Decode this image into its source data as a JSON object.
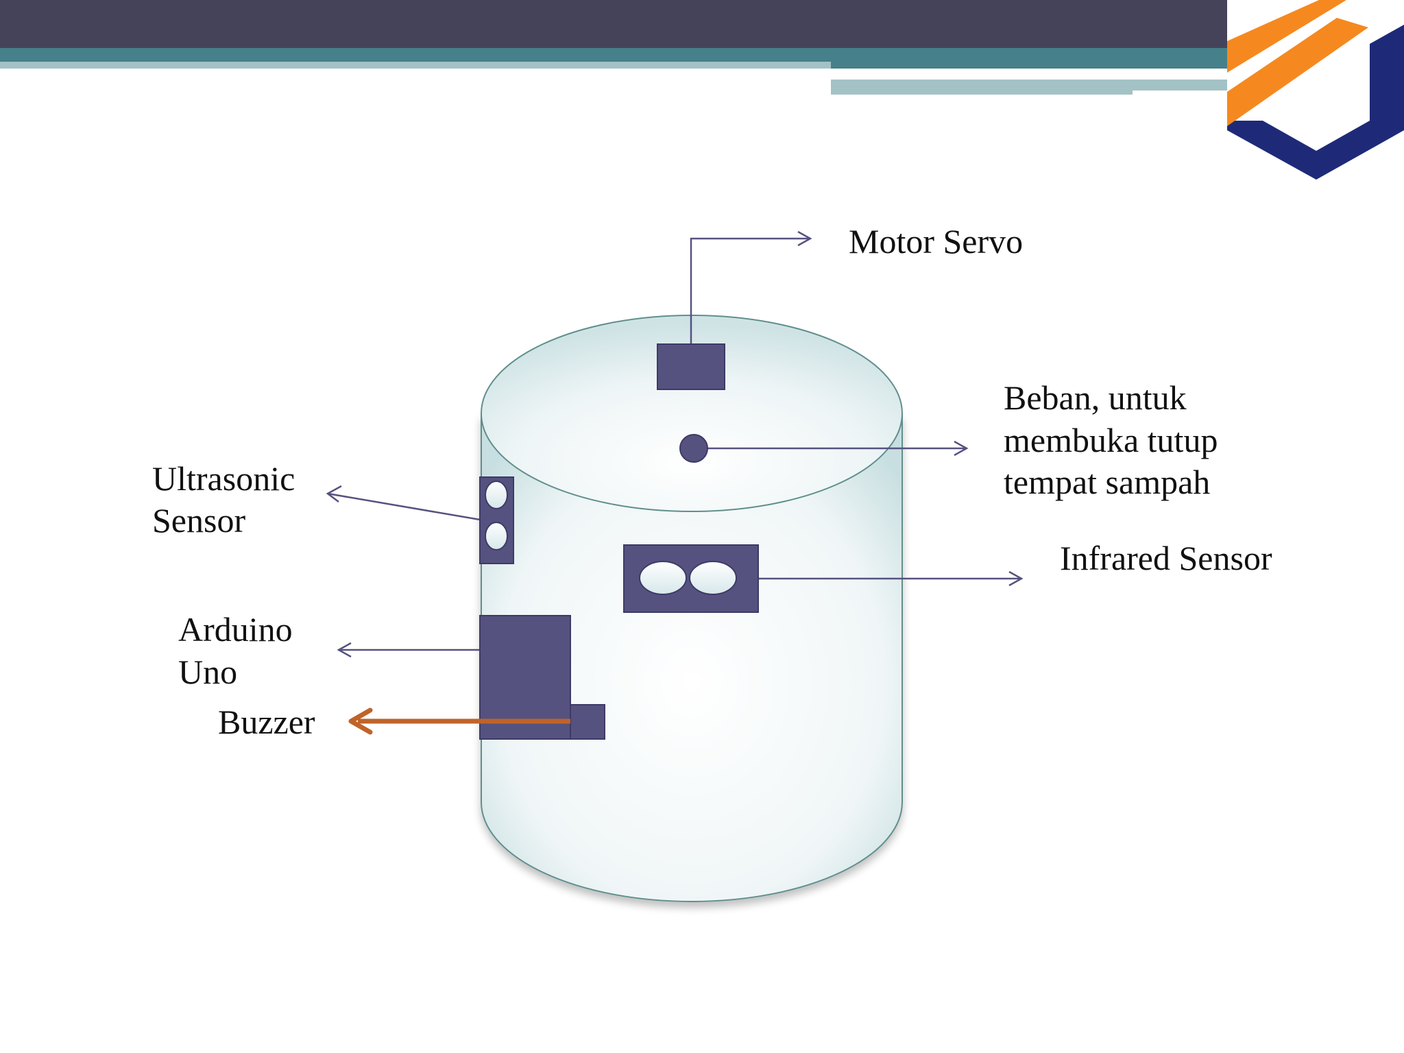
{
  "labels": {
    "motor_servo": "Motor Servo",
    "beban_line1": "Beban, untuk",
    "beban_line2": "membuka tutup",
    "beban_line3": "tempat sampah",
    "ultrasonic_line1": "Ultrasonic",
    "ultrasonic_line2": "Sensor",
    "infrared": "Infrared Sensor",
    "arduino_line1": "Arduino",
    "arduino_line2": "Uno",
    "buzzer": "Buzzer"
  },
  "colors": {
    "header_dark": "#45435a",
    "header_teal": "#46808a",
    "header_light_teal": "#a3c2c6",
    "component_fill": "#55527f",
    "component_stroke": "#3d3a66",
    "connector_line": "#55527f",
    "buzzer_arrow": "#c0632a",
    "bin_stroke": "#5f8f8c",
    "logo_orange": "#f5891f",
    "logo_navy": "#1e2a78"
  }
}
